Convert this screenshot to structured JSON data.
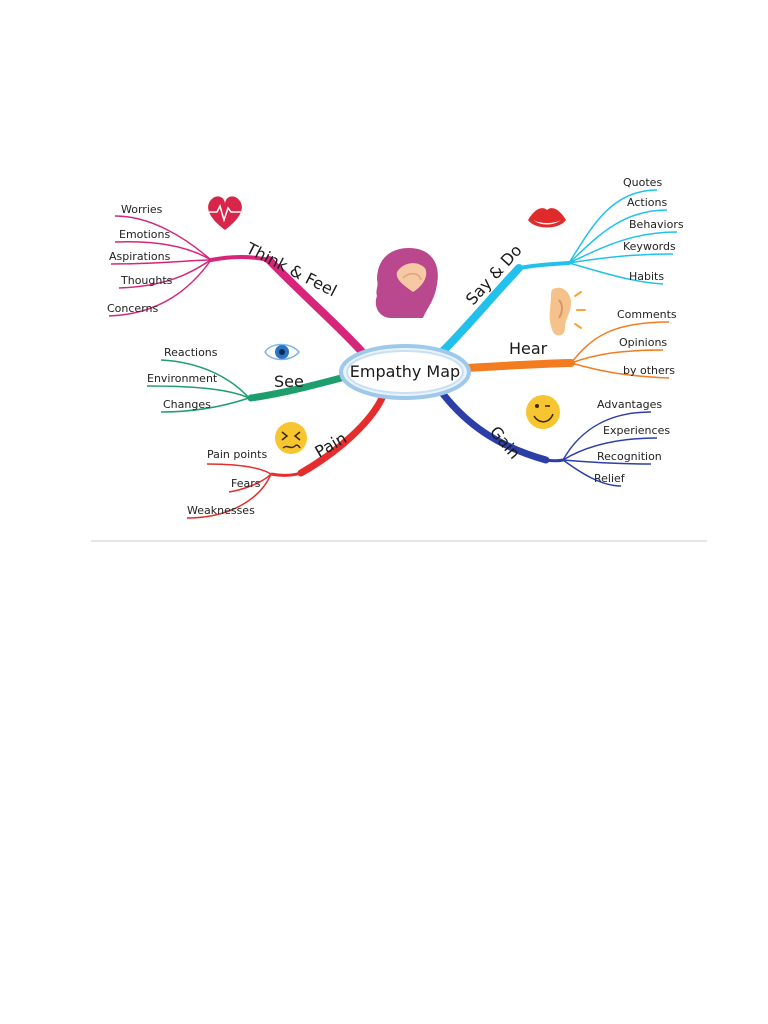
{
  "center": {
    "label": "Empathy Map",
    "icon": "head-heart-hands-icon"
  },
  "branches": [
    {
      "id": "think",
      "label": "Think & Feel",
      "color": "#d6267a",
      "icon": "heartbeat-heart-icon",
      "items": [
        "Worries",
        "Emotions",
        "Aspirations",
        "Thoughts",
        "Concerns"
      ]
    },
    {
      "id": "say",
      "label": "Say & Do",
      "color": "#22c1ec",
      "icon": "lips-icon",
      "items": [
        "Quotes",
        "Actions",
        "Behaviors",
        "Keywords",
        "Habits"
      ]
    },
    {
      "id": "hear",
      "label": "Hear",
      "color": "#f47c20",
      "icon": "ear-icon",
      "items": [
        "Comments",
        "Opinions",
        "by others"
      ]
    },
    {
      "id": "see",
      "label": "See",
      "color": "#1f9e6d",
      "icon": "eye-icon",
      "items": [
        "Reactions",
        "Environment",
        "Changes"
      ]
    },
    {
      "id": "pain",
      "label": "Pain",
      "color": "#e52d2d",
      "icon": "frowning-face-icon",
      "items": [
        "Pain points",
        "Fears",
        "Weaknesses"
      ]
    },
    {
      "id": "gain",
      "label": "Gain",
      "color": "#2c3fa8",
      "icon": "smiling-face-icon",
      "items": [
        "Advantages",
        "Experiences",
        "Recognition",
        "Relief"
      ]
    }
  ]
}
